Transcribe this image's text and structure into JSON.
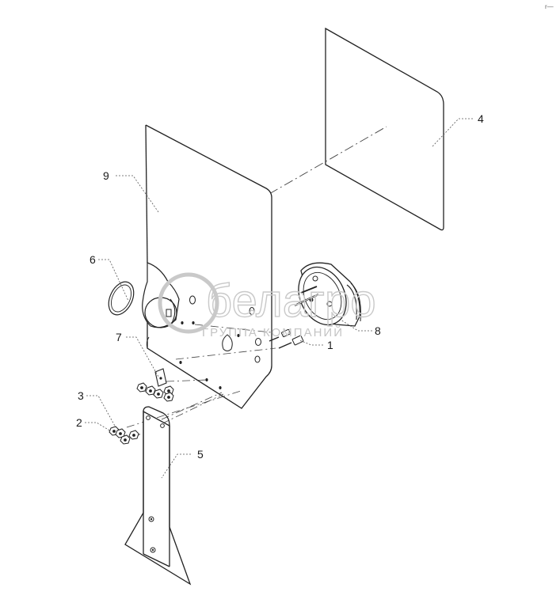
{
  "diagram": {
    "callouts": {
      "c1": "1",
      "c2": "2",
      "c3": "3",
      "c4": "4",
      "c5": "5",
      "c6": "6",
      "c7": "7",
      "c8": "8",
      "c9": "9"
    },
    "watermark": {
      "brand": "белагро",
      "tagline": "ГРУППА КОМПАНИЙ"
    },
    "corner_mark": "r—"
  }
}
